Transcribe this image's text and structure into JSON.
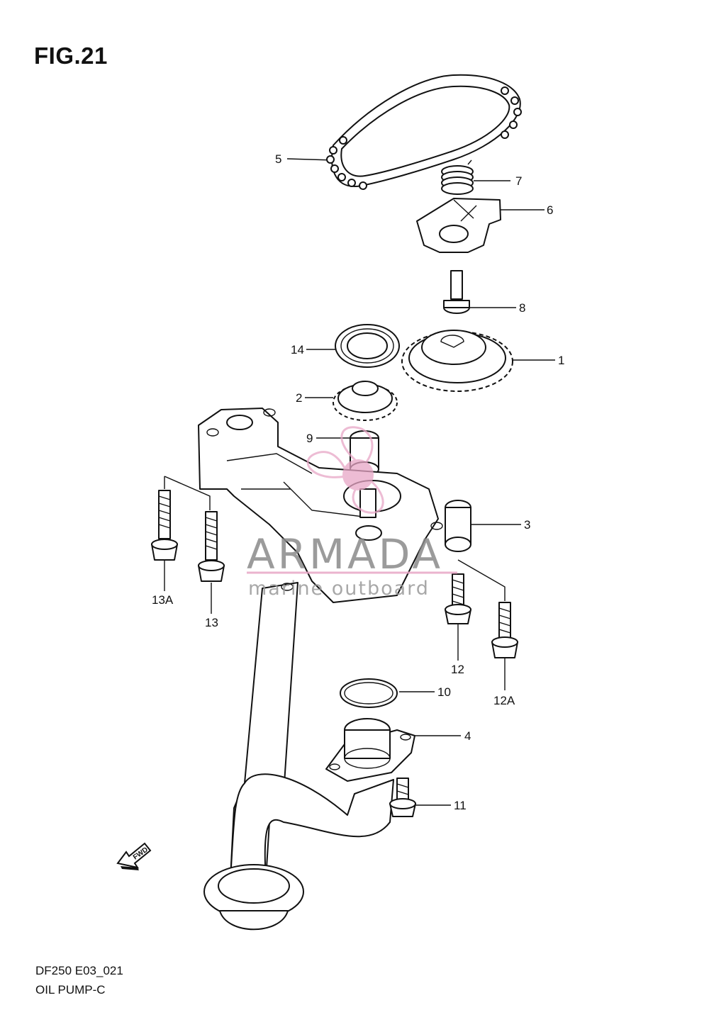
{
  "figure": {
    "title": "FIG.21",
    "code": "DF250 E03_021",
    "name": "OIL PUMP-C"
  },
  "watermark": {
    "brand": "ARMADA",
    "tagline": "marine outboard",
    "accent_color": "#e8a6c6"
  },
  "direction_arrow": {
    "label": "FWD",
    "icon": "fwd-arrow-icon"
  },
  "callouts": [
    "5",
    "7",
    "6",
    "8",
    "14",
    "1",
    "2",
    "9",
    "3",
    "13A",
    "13",
    "12",
    "12A",
    "10",
    "4",
    "11"
  ]
}
